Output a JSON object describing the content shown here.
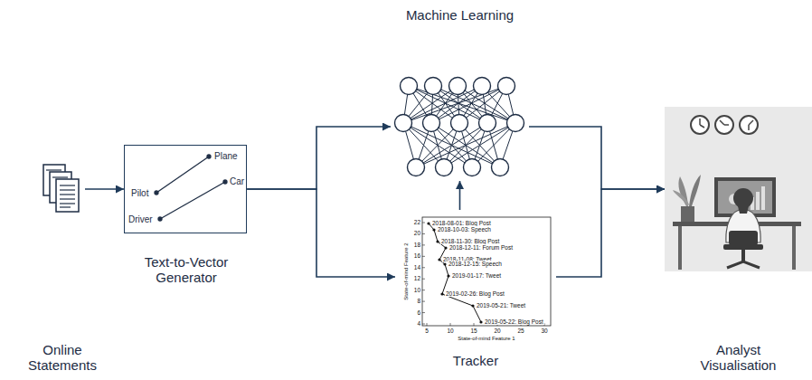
{
  "diagram": {
    "nodes": [
      {
        "text": [
          "Online Statements"
        ]
      },
      {
        "text": [
          "Text-to-Vector Generator",
          "Pilot",
          "Plane",
          "Driver",
          "Car"
        ]
      },
      {
        "text": [
          "Machine Learning"
        ]
      },
      {
        "text": [
          "Tracker",
          "22",
          "20",
          "18",
          "16",
          "14",
          "12",
          "10",
          "8",
          "6",
          "4",
          "5",
          "10",
          "15",
          "20",
          "25",
          "30",
          "State-of-mind Feature 2",
          "State-of-mind Feature 1",
          "2018-08-01: Blog Post",
          "2018-10-03: Speech",
          "2018-11-30: Blog Post",
          "2018-12-11: Forum Post",
          "2018-11-08: Tweet",
          "2018-12-15: Speech",
          "2019-01-17: Tweet",
          "2019-02-26: Blog Post",
          "2019-05-21: Tweet",
          "2019-05-22: Blog Post"
        ]
      },
      {
        "text": [
          "Analyst Visualisation"
        ]
      }
    ],
    "edges": [
      {
        "from": 0,
        "to": 1,
        "arrow": "to"
      },
      {
        "from": 1,
        "to": 2,
        "arrow": "to"
      },
      {
        "from": 1,
        "to": 3,
        "arrow": "to"
      },
      {
        "from": 3,
        "to": 2,
        "arrow": "to"
      },
      {
        "from": 2,
        "to": 4,
        "arrow": "to"
      },
      {
        "from": 3,
        "to": 4,
        "arrow": "to"
      }
    ]
  }
}
